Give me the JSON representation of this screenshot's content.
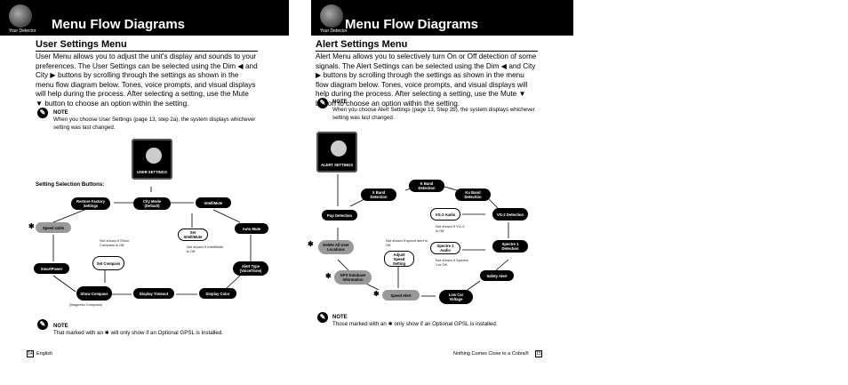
{
  "left": {
    "header_sub": "Your Detector",
    "header_title": "Menu Flow Diagrams",
    "section_title": "User Settings Menu",
    "body": "User Menu allows you to adjust the unit's display and sounds to your preferences. The User Settings can be selected using the Dim ◀ and City ▶ buttons by scrolling through the settings as shown in the menu flow diagram below. Tones, voice prompts, and visual displays will help during the process. After selecting a setting, use the Mute ▼ button to choose an option within the setting.",
    "note1_label": "NOTE",
    "note1_text": "When you choose User Settings (page 13, step 2a), the system displays whichever setting was last changed.",
    "menu_image_label": "USER SETTINGS",
    "selection_label": "Setting Selection Buttons:",
    "nodes": {
      "restore": "Restore Factory Settings",
      "city": "City Mode (Default)",
      "intellimute": "IntelliMute",
      "speed_units": "Speed Units",
      "auto_mute": "Auto Mute",
      "set_intellimute": "Set IntelliMute",
      "set_compass": "Set Compass",
      "smartpower": "SmartPower",
      "alert_type": "Alert Type (Voice/Tone)",
      "show_compass": "Show Compass",
      "display_timeout": "Display Timeout",
      "display_color": "Display Color"
    },
    "notes_small": {
      "compass": "Not shown if Show Compass is Off.",
      "intellimute": "Not shown if IntelliMute is Off.",
      "magnetic": "(Magnetic Compass)"
    },
    "note2_label": "NOTE",
    "note2_text": "That marked with an ✱ will only show if an Optional GPSL is installed.",
    "page_num": "14",
    "footer": "English"
  },
  "right": {
    "header_sub": "Your Detector",
    "header_title": "Menu Flow Diagrams",
    "section_title": "Alert Settings Menu",
    "body": "Alert Menu allows you to selectively turn On or Off detection of some signals. The Alert Settings can be selected using the Dim ◀ and City ▶ buttons by scrolling through the settings as shown in the menu flow diagram below. Tones, voice prompts, and visual displays will help during the process. After selecting a setting, use the Mute ▼ button to choose an option within the setting.",
    "note1_label": "NOTE",
    "note1_text": "When you choose Alert Settings (page 13, Step 2b), the system displays whichever setting was last changed.",
    "menu_image_label": "ALERT SETTINGS",
    "nodes": {
      "k_band": "K Band Detection",
      "x_band": "X Band Detection",
      "ku_band": "Ku Band Detection",
      "pop": "Pop Detection",
      "vg2_audio": "VG-2 Audio",
      "vg2_det": "VG-2 Detection",
      "delete_user": "Delete All User Locations",
      "spectre_audio": "Spectre 1 Audio",
      "spectre_det": "Spectre 1 Detection",
      "adjust_speed": "Adjust Speed Setting",
      "safety": "Safety Alert",
      "gps_db": "GPS Database Information",
      "speed_alert": "Speed Alert",
      "low_car": "Low Car Voltage"
    },
    "notes_small": {
      "vg2": "Not shown if VG-2 is Off.",
      "speed": "Not shown if speed alert is Off.",
      "spectre": "Not shown if Spectre 1 is Off."
    },
    "note2_label": "NOTE",
    "note2_text": "Those marked with an ✱ only show if an Optional GPSL is installed.",
    "footer_brand": "Nothing Comes Close to a Cobra®",
    "page_num": "15"
  }
}
